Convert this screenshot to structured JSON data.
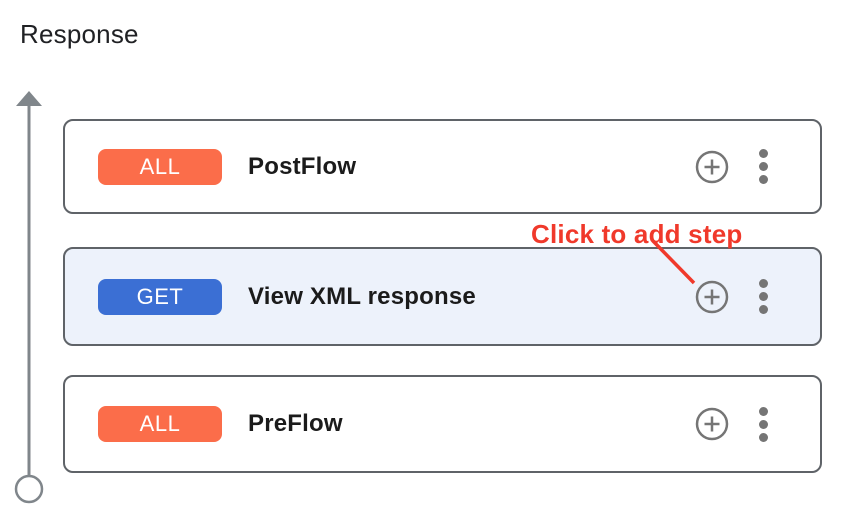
{
  "title": "Response",
  "annotation": {
    "label": "Click to add step",
    "color": "#f0392b"
  },
  "flows": [
    {
      "method": "ALL",
      "name": "PostFlow",
      "selected": false
    },
    {
      "method": "GET",
      "name": "View XML response",
      "selected": true
    },
    {
      "method": "ALL",
      "name": "PreFlow",
      "selected": false
    }
  ],
  "icons": {
    "add_step": "plus-in-circle",
    "more_options": "vertical-kebab-dots",
    "flow_direction": "upward-arrow-with-terminal-circle"
  },
  "colors": {
    "all_badge": "#fb6d4a",
    "get_badge": "#3b6fd4",
    "selected_card_bg": "#edf2fb",
    "card_border": "#5f6368",
    "icon_gray": "#757575",
    "arrow_gray": "#80868b",
    "annotation_red": "#f0392b",
    "text_dark": "#202124"
  }
}
